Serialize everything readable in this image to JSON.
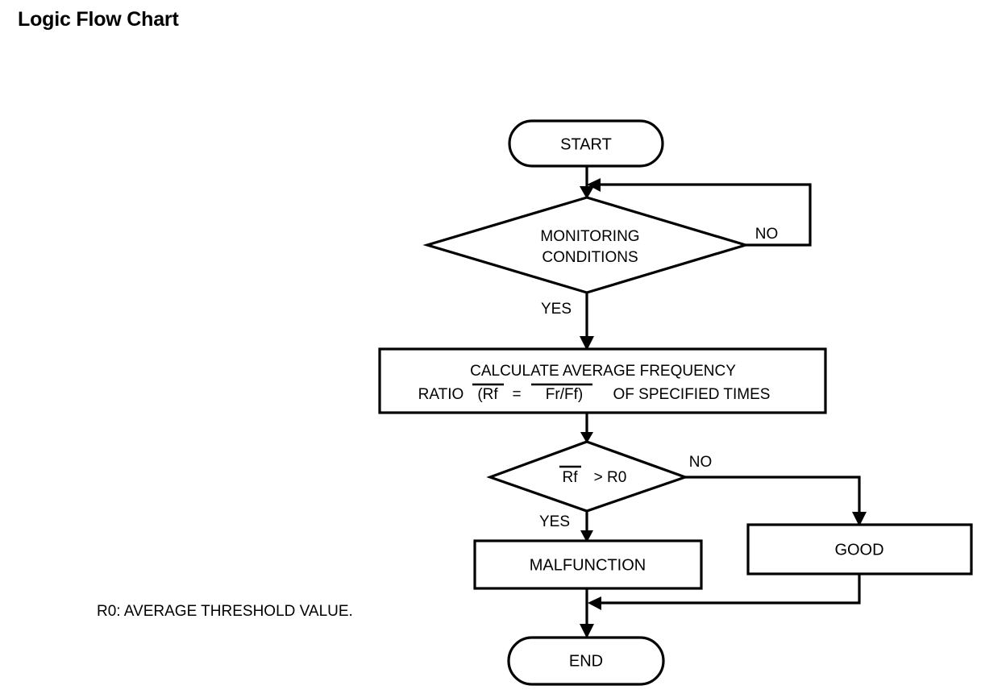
{
  "page": {
    "title": "Logic Flow Chart",
    "background_color": "#ffffff",
    "line_color": "#000000",
    "text_color": "#000000"
  },
  "chart_data": {
    "type": "diagram",
    "diagram_kind": "flowchart",
    "title": "Logic Flow Chart",
    "nodes": [
      {
        "id": "start",
        "shape": "terminator",
        "label": "START"
      },
      {
        "id": "monitoring",
        "shape": "decision",
        "label_line1": "MONITORING",
        "label_line2": "CONDITIONS"
      },
      {
        "id": "calculate",
        "shape": "process",
        "label_line1": "CALCULATE AVERAGE FREQUENCY",
        "label_line2_a": "RATIO ",
        "label_line2_b": "(Rf",
        "label_line2_c": " = ",
        "label_line2_d": "Fr/Ff)",
        "label_line2_e": " OF SPECIFIED TIMES"
      },
      {
        "id": "compare",
        "shape": "decision",
        "label_a": "Rf",
        "label_b": " > R0"
      },
      {
        "id": "malfunction",
        "shape": "process",
        "label": "MALFUNCTION"
      },
      {
        "id": "good",
        "shape": "process",
        "label": "GOOD"
      },
      {
        "id": "end",
        "shape": "terminator",
        "label": "END"
      }
    ],
    "edges": [
      {
        "from": "start",
        "to": "monitoring",
        "label": ""
      },
      {
        "from": "monitoring",
        "to": "monitoring",
        "label": "NO"
      },
      {
        "from": "monitoring",
        "to": "calculate",
        "label": "YES"
      },
      {
        "from": "calculate",
        "to": "compare",
        "label": ""
      },
      {
        "from": "compare",
        "to": "malfunction",
        "label": "YES"
      },
      {
        "from": "compare",
        "to": "good",
        "label": "NO"
      },
      {
        "from": "malfunction",
        "to": "end",
        "label": ""
      },
      {
        "from": "good",
        "to": "end",
        "label": ""
      }
    ],
    "annotations": [
      {
        "id": "legend",
        "text": "R0: AVERAGE THRESHOLD VALUE."
      }
    ]
  },
  "nodes": {
    "start": {
      "label": "START"
    },
    "monitoring": {
      "line1": "MONITORING",
      "line2": "CONDITIONS"
    },
    "calculate": {
      "line1": "CALCULATE AVERAGE FREQUENCY",
      "line2_ratio": "RATIO",
      "line2_rf": "(Rf",
      "line2_eq": "=",
      "line2_frff": "Fr/Ff)",
      "line2_tail": "OF SPECIFIED TIMES"
    },
    "compare": {
      "rf": "Rf",
      "rest": "> R0"
    },
    "malfunction": {
      "label": "MALFUNCTION"
    },
    "good": {
      "label": "GOOD"
    },
    "end": {
      "label": "END"
    }
  },
  "edge_labels": {
    "monitoring_no": "NO",
    "monitoring_yes": "YES",
    "compare_no": "NO",
    "compare_yes": "YES"
  },
  "legend": {
    "note": "R0: AVERAGE THRESHOLD VALUE."
  }
}
